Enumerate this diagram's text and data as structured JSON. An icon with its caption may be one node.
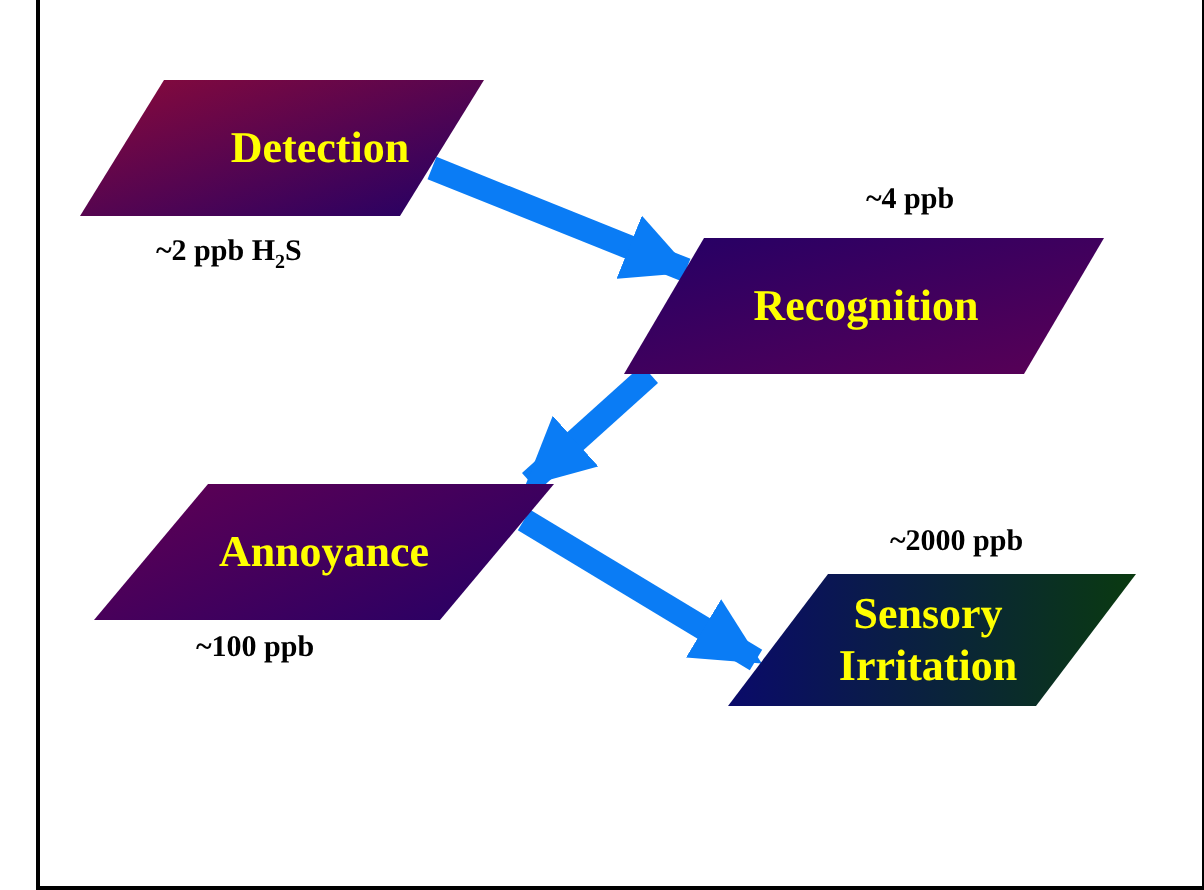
{
  "diagram": {
    "nodes": [
      {
        "text": [
          "Detection"
        ],
        "beside": [
          "~2 ppb H$_{2}$S"
        ]
      },
      {
        "text": [
          "Recognition"
        ],
        "beside": [
          "~4 ppb"
        ]
      },
      {
        "text": [
          "Annoyance"
        ],
        "beside": [
          "~100 ppb"
        ]
      },
      {
        "text": [
          "Sensory Irritation"
        ],
        "beside": [
          "~2000 ppb"
        ]
      }
    ],
    "edges": [
      {
        "from": 0,
        "to": 1,
        "arrow": "to"
      },
      {
        "from": 1,
        "to": 2,
        "arrow": "to"
      },
      {
        "from": 2,
        "to": 3,
        "arrow": "to"
      }
    ]
  }
}
